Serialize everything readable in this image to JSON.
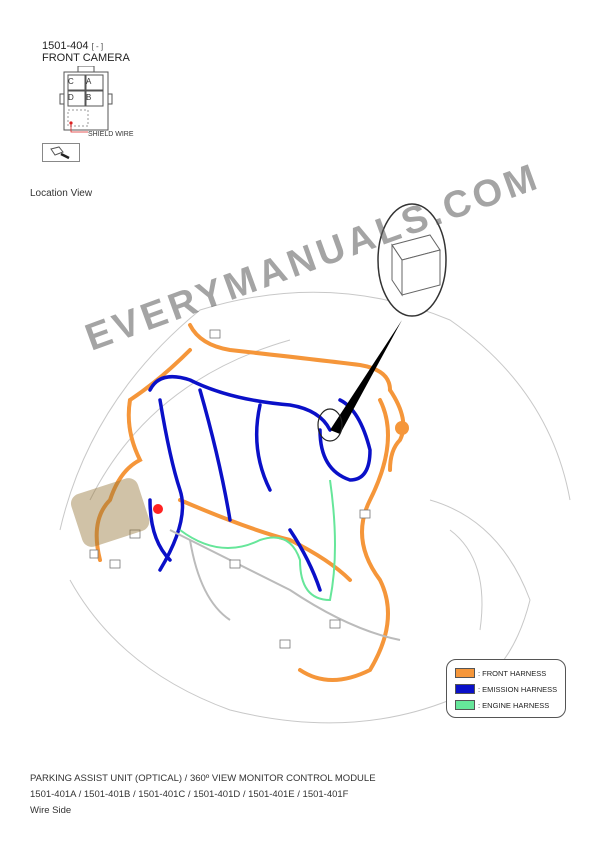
{
  "connector": {
    "id": "1501-404",
    "id_suffix": "[ - ]",
    "name": "FRONT CAMERA",
    "pins": [
      "C",
      "A",
      "D",
      "B"
    ],
    "shield_label": "SHIELD WIRE"
  },
  "section_title": "Location View",
  "watermark": "EVERYMANUALS.COM",
  "legend": {
    "items": [
      {
        "label": ": FRONT HARNESS",
        "color": "#f5963a"
      },
      {
        "label": ": EMISSION HARNESS",
        "color": "#0a10c8"
      },
      {
        "label": ": ENGINE HARNESS",
        "color": "#66e69a"
      }
    ]
  },
  "footer": {
    "line1": "PARKING ASSIST UNIT (OPTICAL) / 360º VIEW MONITOR CONTROL MODULE",
    "line2": "1501-401A / 1501-401B / 1501-401C / 1501-401D / 1501-401E / 1501-401F",
    "line3": "Wire Side"
  }
}
